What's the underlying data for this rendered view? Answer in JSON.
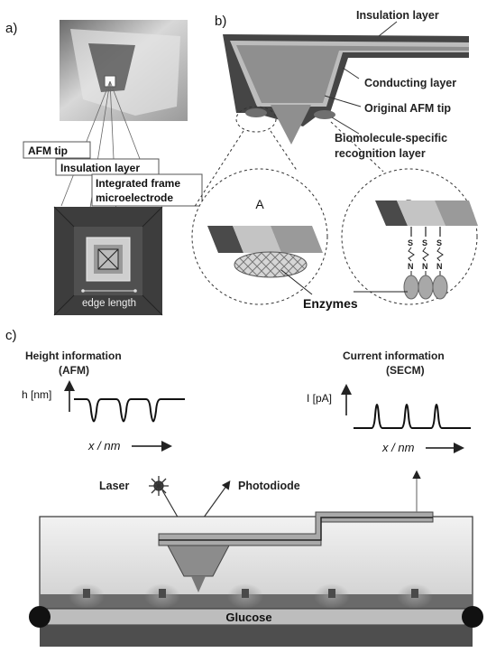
{
  "panels": {
    "a": {
      "label": "a)",
      "callouts": [
        "AFM tip",
        "Insulation layer",
        "Integrated frame microelectrode"
      ],
      "dimension_label": "edge length"
    },
    "b": {
      "label": "b)",
      "layers": [
        "Insulation layer",
        "Conducting layer",
        "Original AFM tip",
        "Biomolecule-specific recognition layer"
      ],
      "insets": [
        "A",
        "B"
      ],
      "linker_letters": [
        "S",
        "N"
      ],
      "enzymes_label": "Enzymes"
    },
    "c": {
      "label": "c)",
      "height_plot": {
        "title_line1": "Height information",
        "title_line2": "(AFM)",
        "ylabel": "h [nm]",
        "xlabel": "x / nm"
      },
      "current_plot": {
        "title_line1": "Current information",
        "title_line2": "(SECM)",
        "ylabel": "I [pA]",
        "xlabel": "x / nm"
      },
      "laser_label": "Laser",
      "photodiode_label": "Photodiode",
      "substrate_label": "Glucose"
    }
  },
  "colors": {
    "insulation": "#4a4a4a",
    "conducting": "#b5b5b5",
    "tip": "#8c8c8c",
    "enzyme": "#a8a8a8",
    "substrate": "#5a5a5a"
  }
}
